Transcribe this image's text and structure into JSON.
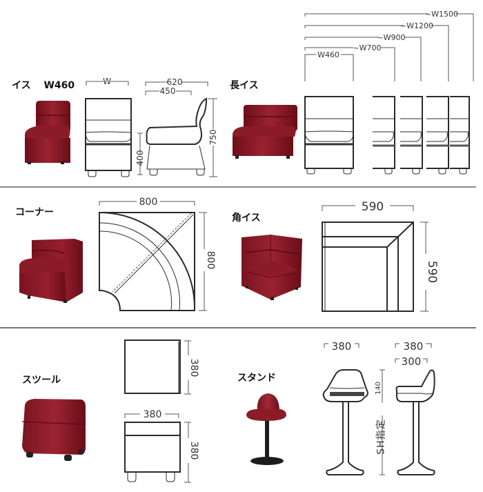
{
  "sections": {
    "chair": {
      "title": "イス",
      "variant": "W460",
      "dims": {
        "width": "W",
        "depth_total": "620",
        "depth_seat": "450",
        "seat_height": "400",
        "height": "750"
      }
    },
    "bench": {
      "title": "長イス",
      "widths": [
        "W460",
        "~W700",
        "~W900",
        "~W1200",
        "~W1500"
      ]
    },
    "corner": {
      "title": "コーナー",
      "dims": {
        "width": "800",
        "depth": "800"
      }
    },
    "corner_chair": {
      "title": "角イス",
      "dims": {
        "width": "590",
        "depth": "590"
      }
    },
    "stool": {
      "title": "スツール",
      "dims": {
        "top_depth": "380",
        "width": "380",
        "height": "380"
      }
    },
    "stand": {
      "title": "スタンド",
      "dims": {
        "front_width": "380",
        "side_width": "380",
        "side_seat": "300",
        "back_height": "140",
        "seat_height": "SH指定"
      }
    }
  },
  "colors": {
    "upholstery": "#8a1a26",
    "line": "#2a2a2a",
    "divider": "#8a8a8a",
    "base": "#1c1c1c"
  }
}
